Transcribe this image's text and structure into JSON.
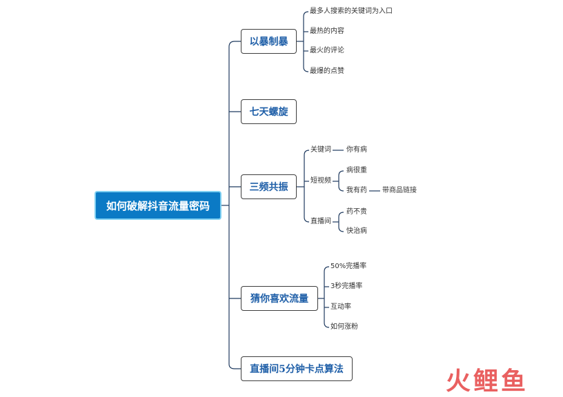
{
  "root": {
    "label": "如何破解抖音流量密码"
  },
  "topics": [
    {
      "label": "以暴制暴"
    },
    {
      "label": "七天螺旋"
    },
    {
      "label": "三频共振"
    },
    {
      "label": "猜你喜欢流量"
    },
    {
      "label": "直播间5分钟卡点算法"
    }
  ],
  "branch1": [
    "最多人搜索的关键词为入口",
    "最热的内容",
    "最火的评论",
    "最爆的点赞"
  ],
  "branch3": {
    "keyword": "关键词",
    "keyword_child": "你有病",
    "short_video": "短视频",
    "sv_child1": "病很重",
    "sv_child2": "我有药",
    "sv_child2_child": "带商品链接",
    "live": "直播间",
    "live_child1": "药不贵",
    "live_child2": "快治病"
  },
  "branch4": [
    "50%完播率",
    "3秒完播率",
    "互动率",
    "如何涨粉"
  ],
  "watermark": {
    "text": "火鲤鱼",
    "color": "#e64545"
  },
  "colors": {
    "line": "#1f3a5f",
    "root_bg": "#0b7ac5",
    "topic_text": "#1f5fa8"
  }
}
